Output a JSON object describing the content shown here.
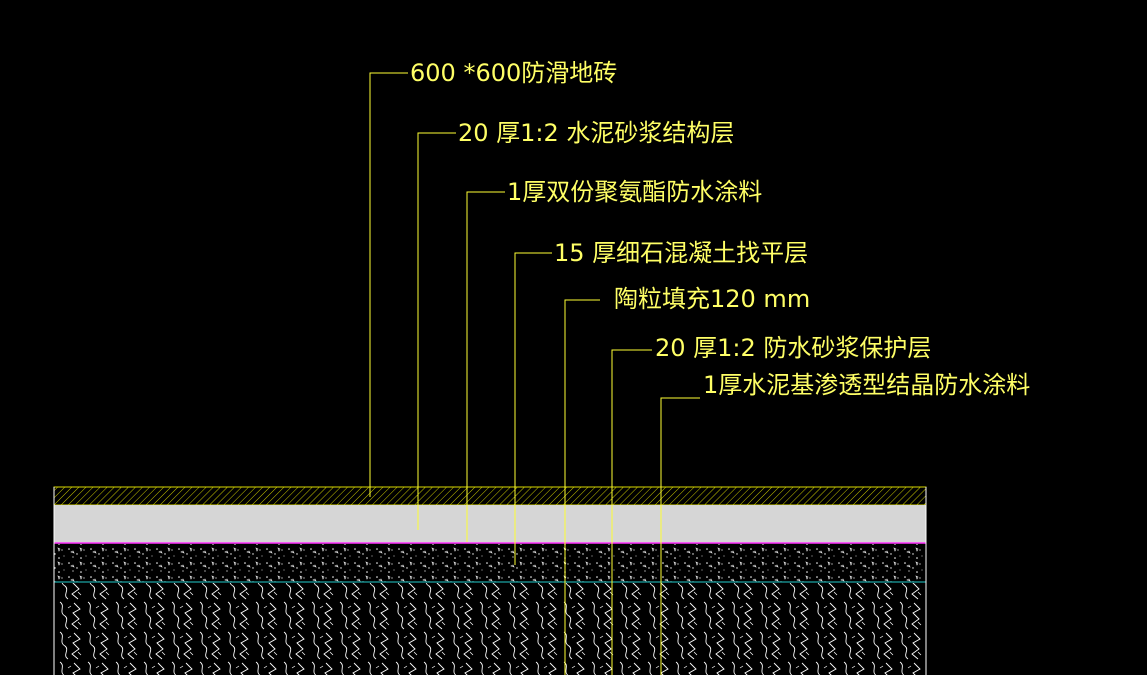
{
  "colors": {
    "background": "#000000",
    "text": "#ffff66",
    "leader": "#ffff33",
    "tile_layer": "#d8d800",
    "mortar_layer": "#d6d6d6",
    "magenta_line": "#ff33ff",
    "cyan_line": "#22cccc",
    "hatch": "#ffffff"
  },
  "callouts": [
    {
      "text": "600 *600防滑地砖"
    },
    {
      "text": "20 厚1:2 水泥砂浆结构层"
    },
    {
      "text": "1厚双份聚氨酯防水涂料"
    },
    {
      "text": "15 厚细石混凝土找平层"
    },
    {
      "text": "陶粒填充120 mm"
    },
    {
      "text": "20 厚1:2 防水砂浆保护层"
    },
    {
      "text": "1厚水泥基渗透型结晶防水涂料"
    }
  ]
}
